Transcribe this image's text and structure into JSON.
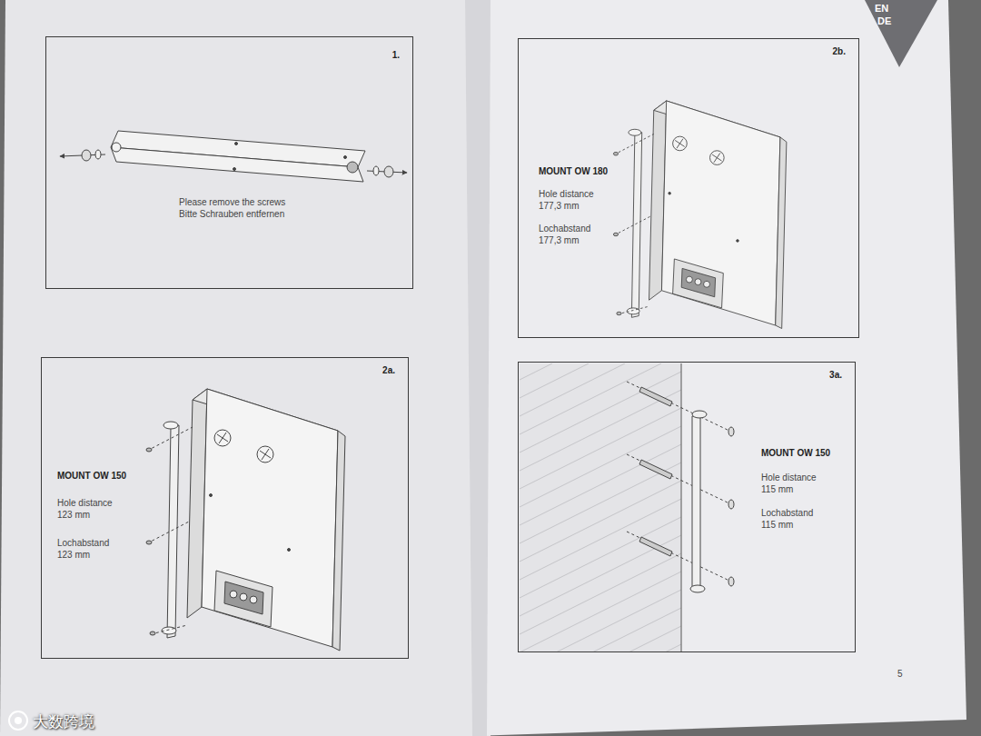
{
  "diagram": {
    "nodes": [
      {
        "text": [
          "1.",
          "Please remove the screws",
          "Bitte Schrauben entfernen"
        ]
      },
      {
        "text": [
          "2b.",
          "MOUNT OW 180",
          "Hole distance",
          "177,3 mm",
          "Lochabstand",
          "177,3 mm"
        ]
      },
      {
        "text": [
          "2a.",
          "MOUNT OW 150",
          "Hole distance",
          "123 mm",
          "Lochabstand",
          "123 mm"
        ]
      },
      {
        "text": [
          "3a.",
          "MOUNT OW 150",
          "Hole distance",
          "115 mm",
          "Lochabstand",
          "115 mm"
        ]
      }
    ],
    "labels": [
      "EN",
      "DE",
      "5",
      "大数跨境"
    ]
  }
}
